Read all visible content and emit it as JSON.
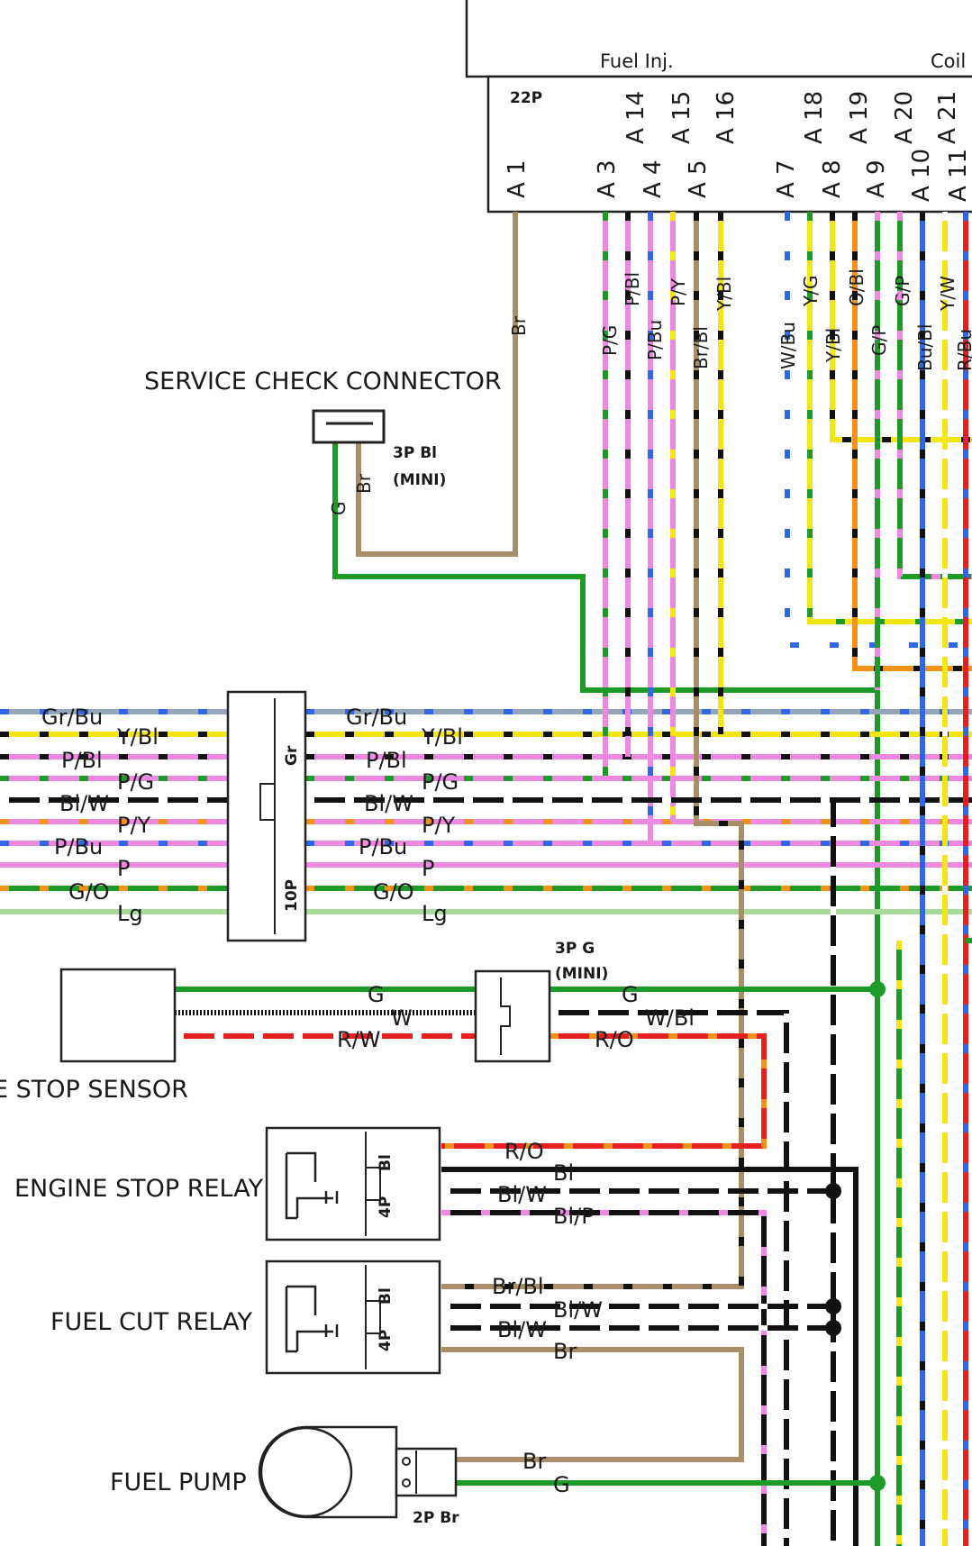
{
  "ecm": {
    "section_labels": [
      "Fuel Inj.",
      "Coil"
    ],
    "connector": "22P",
    "pins": [
      "A 1",
      "A 3",
      "A 4",
      "A 5",
      "A 7",
      "A 8",
      "A 9",
      "A 10",
      "A 11",
      "A 14",
      "A 15",
      "A 16",
      "A 18",
      "A 19",
      "A 20",
      "A 21"
    ]
  },
  "service_check_connector": {
    "title": "SERVICE CHECK CONNECTOR",
    "type": "3P Bl",
    "sub": "(MINI)",
    "wires": [
      "G",
      "Br"
    ]
  },
  "ecm_wires": [
    "Br",
    "P/G",
    "P/Bl",
    "P/Bu",
    "P/Y",
    "Br/Bl",
    "Y/Bl",
    "W/Bu",
    "Y/G",
    "Y/Bl",
    "O/Bl",
    "G/P",
    "G/P",
    "Bu/Bl",
    "Y/W",
    "R/Bu"
  ],
  "harness": {
    "connector": "10P",
    "color": "Gr",
    "left_wires": [
      "Gr/Bu",
      "Y/Bl",
      "P/Bl",
      "P/G",
      "Bl/W",
      "P/Y",
      "P/Bu",
      "P",
      "G/O",
      "Lg"
    ],
    "right_wires": [
      "Gr/Bu",
      "Y/Bl",
      "P/Bl",
      "P/G",
      "Bl/W",
      "P/Y",
      "P/Bu",
      "P",
      "G/O",
      "Lg"
    ]
  },
  "stop_sensor": {
    "title": "E STOP SENSOR",
    "connector_type": "3P G",
    "connector_sub": "(MINI)",
    "left_wires": [
      "G",
      "W",
      "R/W"
    ],
    "right_wires": [
      "G",
      "W/Bl",
      "R/O"
    ]
  },
  "engine_stop_relay": {
    "title": "ENGINE STOP RELAY",
    "color": "Bl",
    "pins": "4P",
    "wires": [
      "R/O",
      "Bl",
      "Bl/W",
      "Bl/P"
    ]
  },
  "fuel_cut_relay": {
    "title": "FUEL CUT RELAY",
    "color": "Bl",
    "pins": "4P",
    "wires": [
      "Br/Bl",
      "Bl/W",
      "Bl/W",
      "Br"
    ]
  },
  "fuel_pump": {
    "title": "FUEL PUMP",
    "connector": "2P Br",
    "wires": [
      "Br",
      "G"
    ]
  },
  "colors": {
    "pink": "#ee88e0",
    "green": "#1e9a28",
    "brown": "#a88f6a",
    "yellow": "#f2e614",
    "black": "#111111",
    "red": "#e51e1e",
    "orange": "#f39217",
    "blue": "#3266ea",
    "gray_blue": "#95a6ba",
    "light_green": "#a6dc98"
  }
}
